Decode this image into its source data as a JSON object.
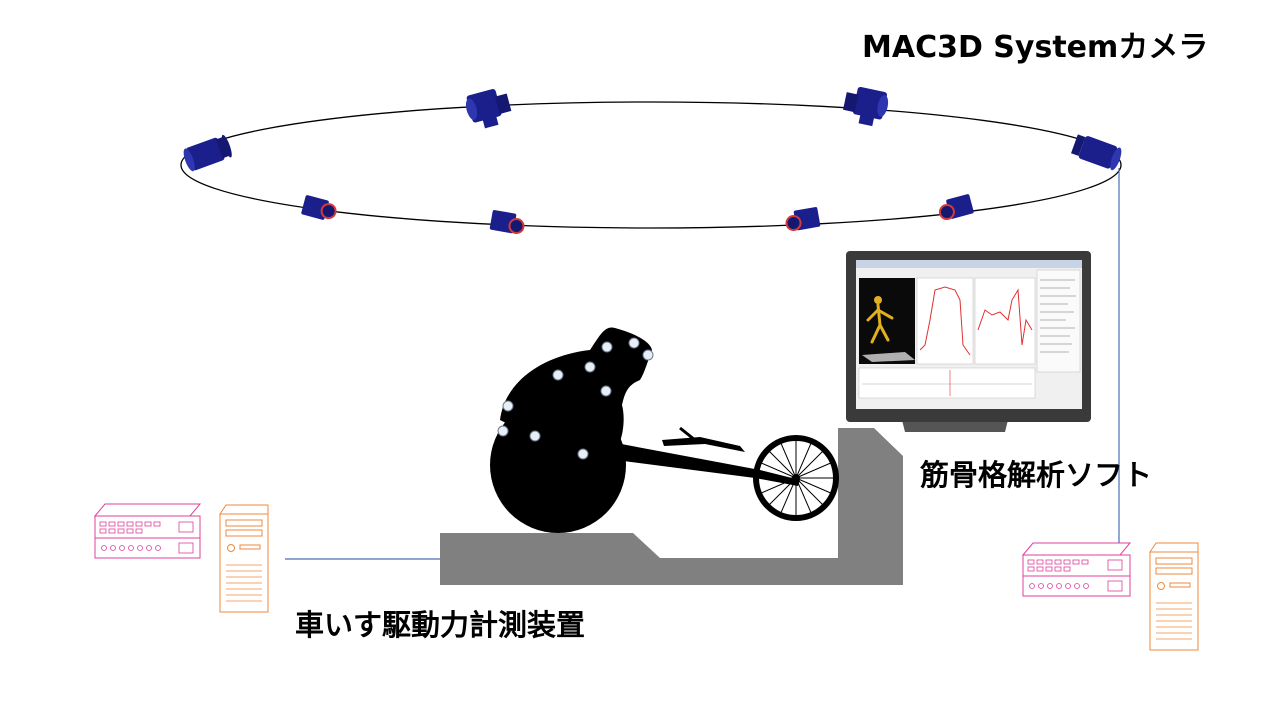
{
  "labels": {
    "camera_system": "MAC3D Systemカメラ",
    "analysis_software": "筋骨格解析ソフト",
    "measurement_device": "車いす駆動力計測装置"
  },
  "colors": {
    "camera_body": "#1a1f8c",
    "camera_lens_ring": "#d43a3a",
    "orbit_line": "#000000",
    "cable": "#4a6fb5",
    "platform": "#808080",
    "silhouette": "#000000",
    "rack_unit": "#e0409a",
    "tower_pc": "#f08a3c",
    "monitor_frame": "#3a3a3a",
    "plot_line": "#e03030",
    "skeleton_model": "#e0b020"
  }
}
